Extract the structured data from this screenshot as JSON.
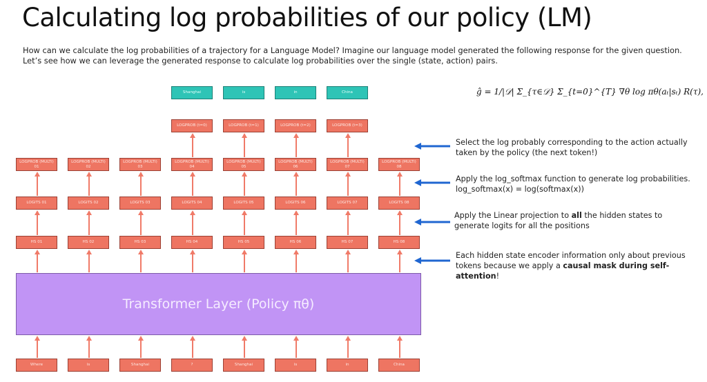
{
  "title": "Calculating log probabilities of our policy (LM)",
  "intro": "How can we calculate the log probabilities of a trajectory for a Language Model? Imagine our language model generated the following response for the given question. Let’s see how we can leverage the generated response to calculate log probabilities over the single (state, action) pairs.",
  "formula": "ĝ = 1/|𝒟| Σ_{τ∈𝒟} Σ_{t=0}^{T} ∇θ log πθ(aₜ|sₜ) R(τ),",
  "diagram": {
    "inputs": [
      "Where",
      "is",
      "Shanghai",
      "?",
      "Shanghai",
      "is",
      "in",
      "China"
    ],
    "hidden_states": [
      "HS 01",
      "HS 02",
      "HS 03",
      "HS 04",
      "HS 05",
      "HS 06",
      "HS 07",
      "HS 08"
    ],
    "logits": [
      "LOGITS 01",
      "LOGITS 02",
      "LOGITS 03",
      "LOGITS 04",
      "LOGITS 05",
      "LOGITS 06",
      "LOGITS 07",
      "LOGITS 08"
    ],
    "logprob_multi": [
      "LOGPROB (MULTI) 01",
      "LOGPROB (MULTI) 02",
      "LOGPROB (MULTI) 03",
      "LOGPROB (MULTI) 04",
      "LOGPROB (MULTI) 05",
      "LOGPROB (MULTI) 06",
      "LOGPROB (MULTI) 07",
      "LOGPROB (MULTI) 08"
    ],
    "logprob_selected": [
      "LOGPROB (t=0)",
      "LOGPROB (t=1)",
      "LOGPROB (t=2)",
      "LOGPROB (t=3)"
    ],
    "targets": [
      "Shanghai",
      "is",
      "in",
      "China"
    ],
    "transformer_label": "Transformer Layer (Policy πθ)"
  },
  "notes": [
    {
      "text": "Select the log probably corresponding to the action actually taken by the policy (the next token!)"
    },
    {
      "text": "Apply the log_softmax function to generate log probabilities. log_softmax(x) = log(softmax(x))"
    },
    {
      "pre": "Apply the Linear projection to ",
      "bold": "all",
      "post": " the hidden states to generate logits for all the positions"
    },
    {
      "pre": "Each hidden state encoder information only about previous tokens because we apply a ",
      "bold": "causal mask during self-attention",
      "post": "!"
    }
  ],
  "colors": {
    "box": "#ee7562",
    "teal": "#2ec4b6",
    "transformer": "#c194f5",
    "arrow": "#f07a68",
    "note_arrow": "#1f66d1"
  }
}
